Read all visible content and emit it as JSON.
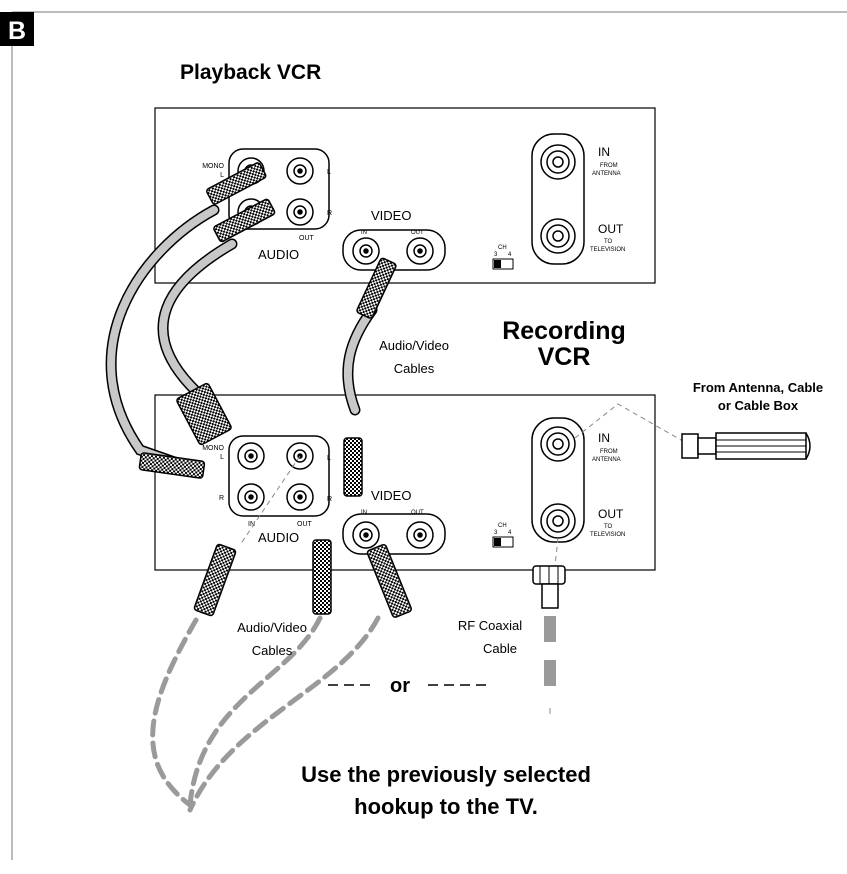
{
  "section_badge": "B",
  "playback_title": "Playback VCR",
  "recording_title": [
    "Recording",
    "VCR"
  ],
  "source_label": [
    "From Antenna, Cable",
    "or Cable Box"
  ],
  "av_cables_label_upper": [
    "Audio/Video",
    "Cables"
  ],
  "av_cables_label_lower": [
    "Audio/Video",
    "Cables"
  ],
  "rf_label": [
    "RF Coaxial",
    "Cable"
  ],
  "or_label": "or",
  "footer_text": [
    "Use the previously selected",
    "hookup to the TV."
  ],
  "panel_labels": {
    "mono": "MONO",
    "l": "L",
    "r": "R",
    "in": "IN",
    "out": "OUT",
    "audio": "AUDIO",
    "video": "VIDEO",
    "rf_in": "IN",
    "from": "FROM",
    "antenna": "ANTENNA",
    "rf_out": "OUT",
    "to": "TO",
    "television": "TELEVISION",
    "ch": "CH",
    "ch3": "3",
    "ch4": "4"
  },
  "colors": {
    "line": "#000000",
    "cable": "#c8c8c8",
    "dashed_cable": "#9a9a9a",
    "frame": "#bcbcbc",
    "badge": "#000000"
  }
}
